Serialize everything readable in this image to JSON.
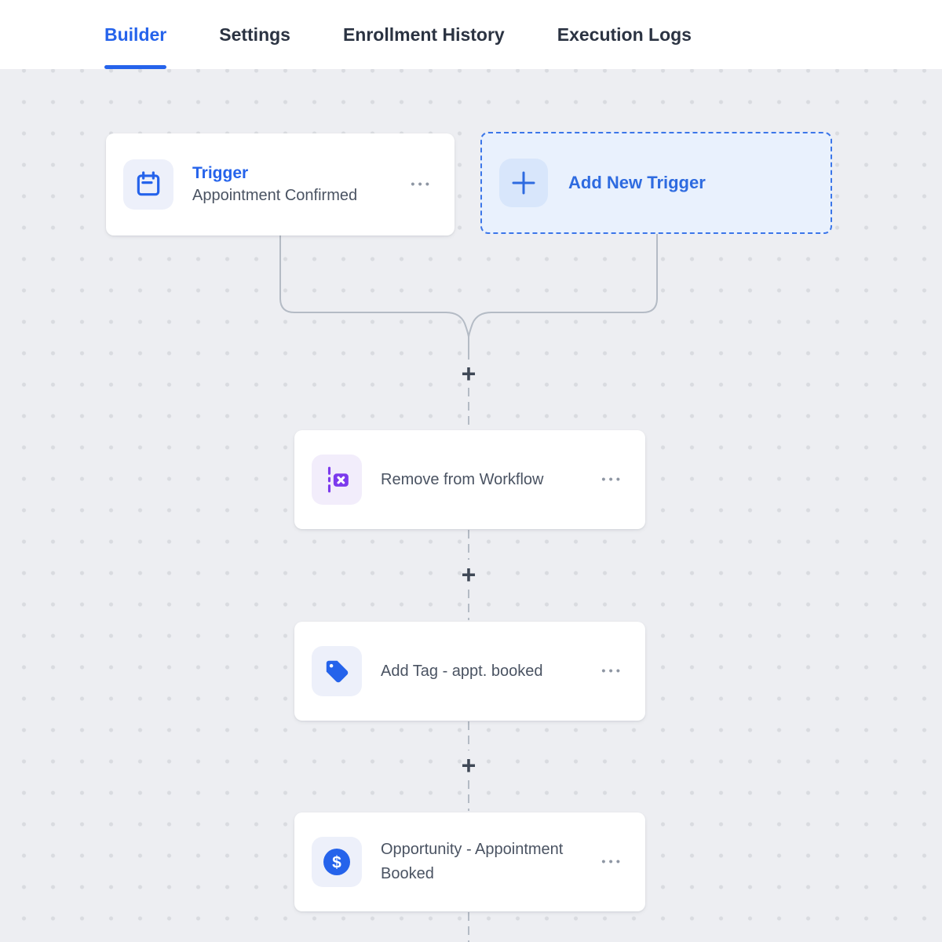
{
  "colors": {
    "accent_blue": "#2563eb",
    "action_purple": "#7c3aed",
    "canvas_background": "#edeef2",
    "connector_gray": "#b4bbc5",
    "add_trigger_fill": "#e9f1fd"
  },
  "tabs": [
    {
      "label": "Builder",
      "active": true
    },
    {
      "label": "Settings",
      "active": false
    },
    {
      "label": "Enrollment History",
      "active": false
    },
    {
      "label": "Execution Logs",
      "active": false
    }
  ],
  "icons": {
    "ellipsis": "•••",
    "plus": "+",
    "dollar": "$"
  },
  "trigger_card": {
    "title": "Trigger",
    "subtitle": "Appointment Confirmed"
  },
  "add_trigger_card": {
    "label": "Add New Trigger"
  },
  "nodes": [
    {
      "label": "Remove from Workflow"
    },
    {
      "label": "Add Tag - appt. booked"
    },
    {
      "label": "Opportunity - Appointment Booked"
    }
  ]
}
